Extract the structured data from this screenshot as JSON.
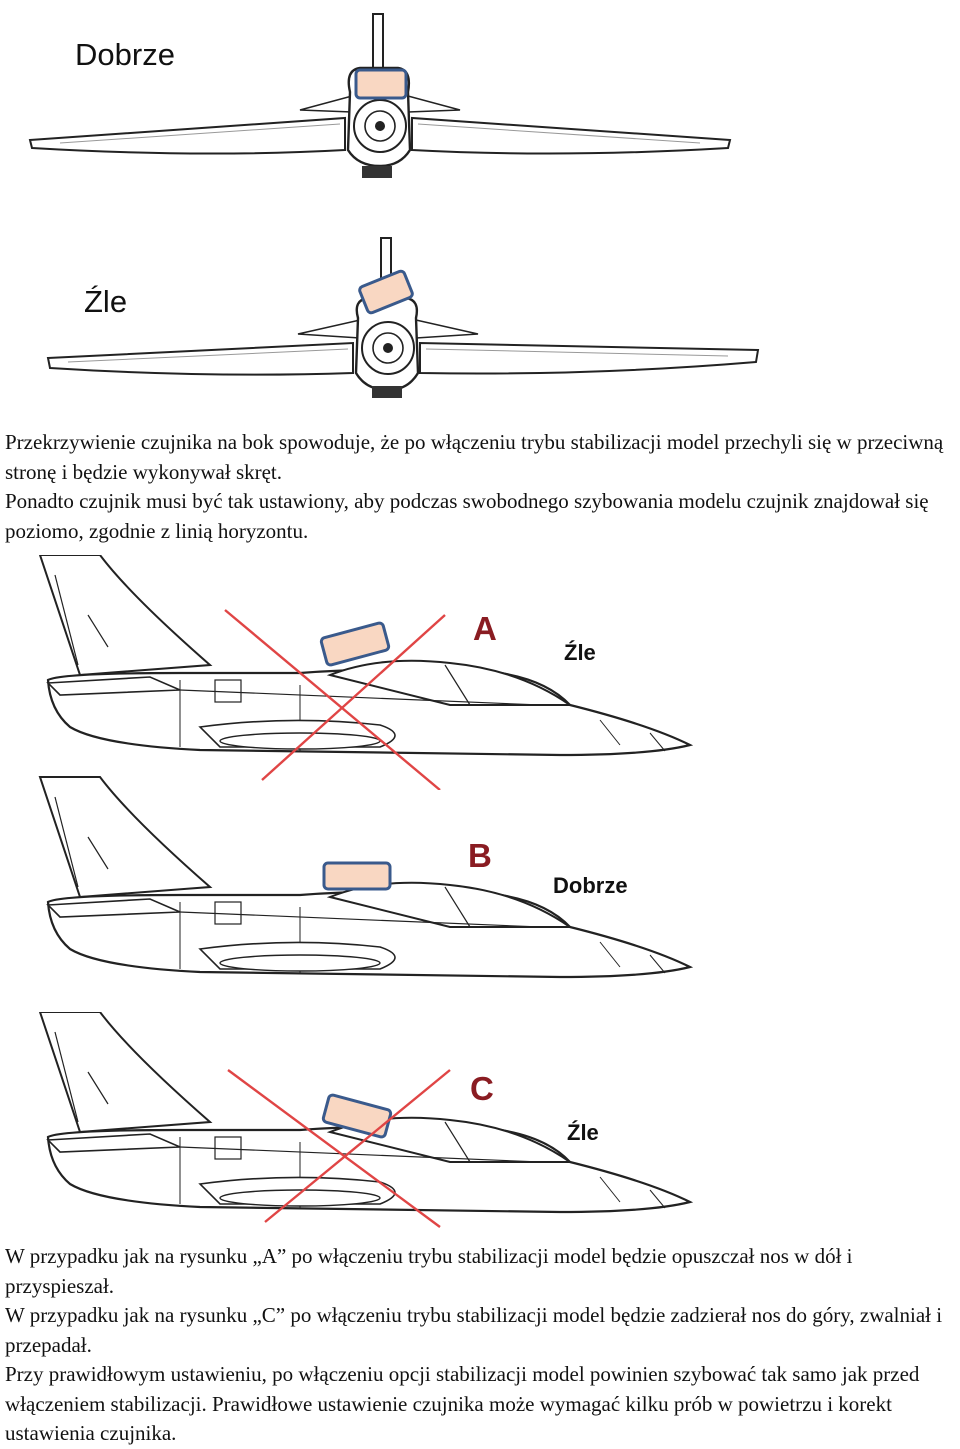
{
  "front_views": {
    "good_label": "Dobrze",
    "bad_label": "Źle"
  },
  "paragraph1": {
    "line1": "Przekrzywienie czujnika na bok spowoduje, że po włączeniu trybu stabilizacji model przechyli się w przeciwną stronę i będzie wykonywał skręt.",
    "line2": "Ponadto czujnik musi być tak ustawiony, aby podczas swobodnego szybowania modelu czujnik znajdował się poziomo, zgodnie z linią horyzontu."
  },
  "side_views": {
    "a": {
      "letter": "A",
      "verdict": "Źle"
    },
    "b": {
      "letter": "B",
      "verdict": "Dobrze"
    },
    "c": {
      "letter": "C",
      "verdict": "Źle"
    }
  },
  "paragraph2": {
    "line1": "W przypadku jak na rysunku „A” po włączeniu trybu stabilizacji model będzie opuszczał nos w dół i przyspieszał.",
    "line2": "W przypadku jak na rysunku „C” po włączeniu  trybu stabilizacji model będzie zadzierał nos do góry, zwalniał i przepadał.",
    "line3": "Przy prawidłowym ustawieniu, po włączeniu opcji stabilizacji model powinien szybować tak samo jak przed włączeniem stabilizacji. Prawidłowe ustawienie czujnika może wymagać kilku prób w powietrzu i  korekt ustawienia czujnika."
  },
  "colors": {
    "sensor_fill": "#f9d7c2",
    "sensor_stroke": "#3a5a8c",
    "cross": "#e04545",
    "letter": "#8a1c22",
    "airframe": "#222222"
  }
}
